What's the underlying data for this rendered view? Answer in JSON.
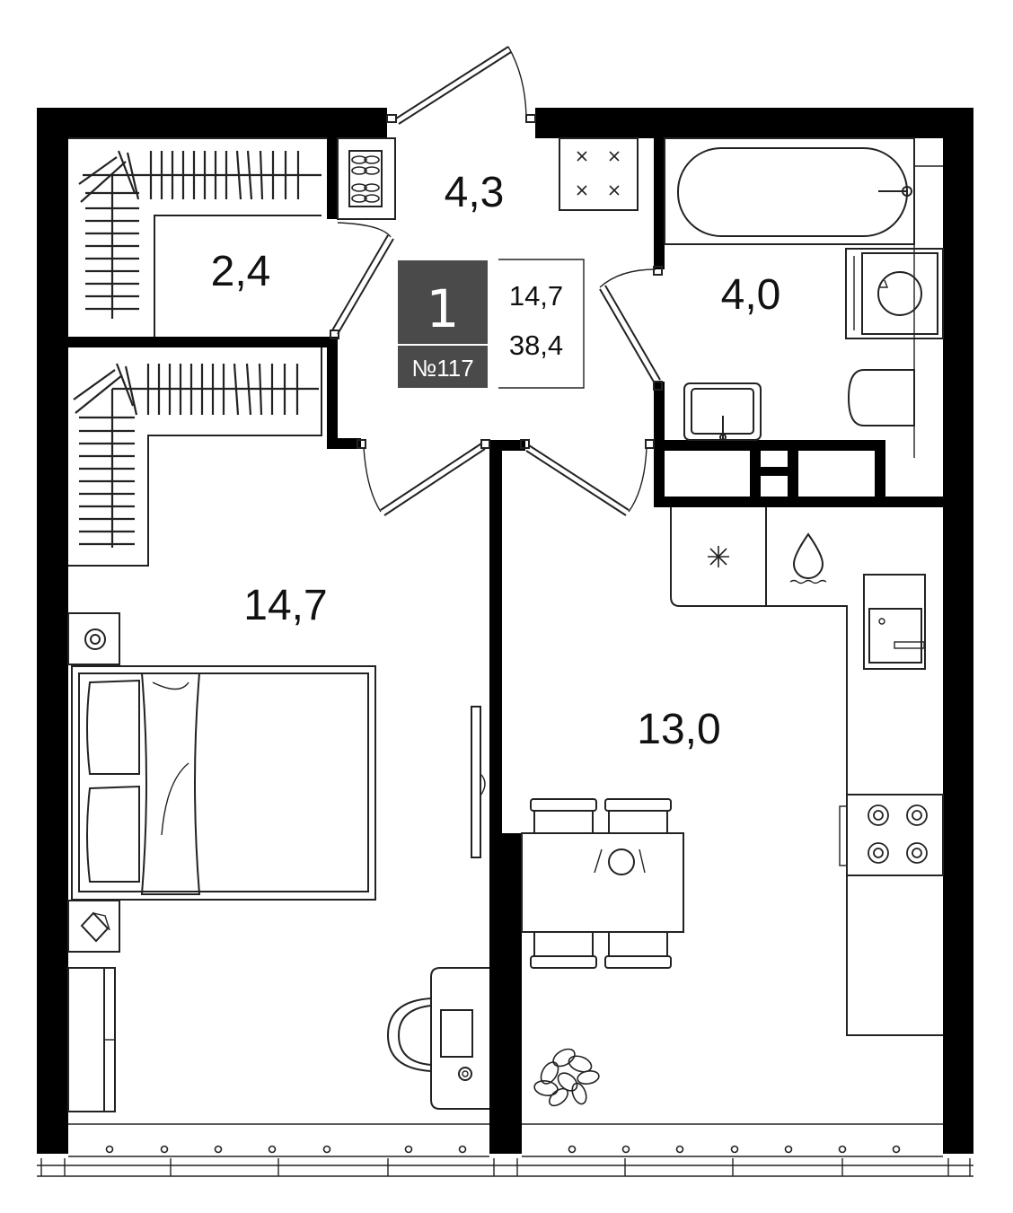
{
  "apartment": {
    "rooms_count": "1",
    "number": "№117",
    "living_area": "14,7",
    "total_area": "38,4"
  },
  "rooms": {
    "hall": "4,3",
    "wardrobe": "2,4",
    "bathroom": "4,0",
    "bedroom": "14,7",
    "kitchen": "13,0"
  },
  "colors": {
    "walls": "#000000",
    "badge": "#4a4a4a",
    "lines": "#222222"
  }
}
